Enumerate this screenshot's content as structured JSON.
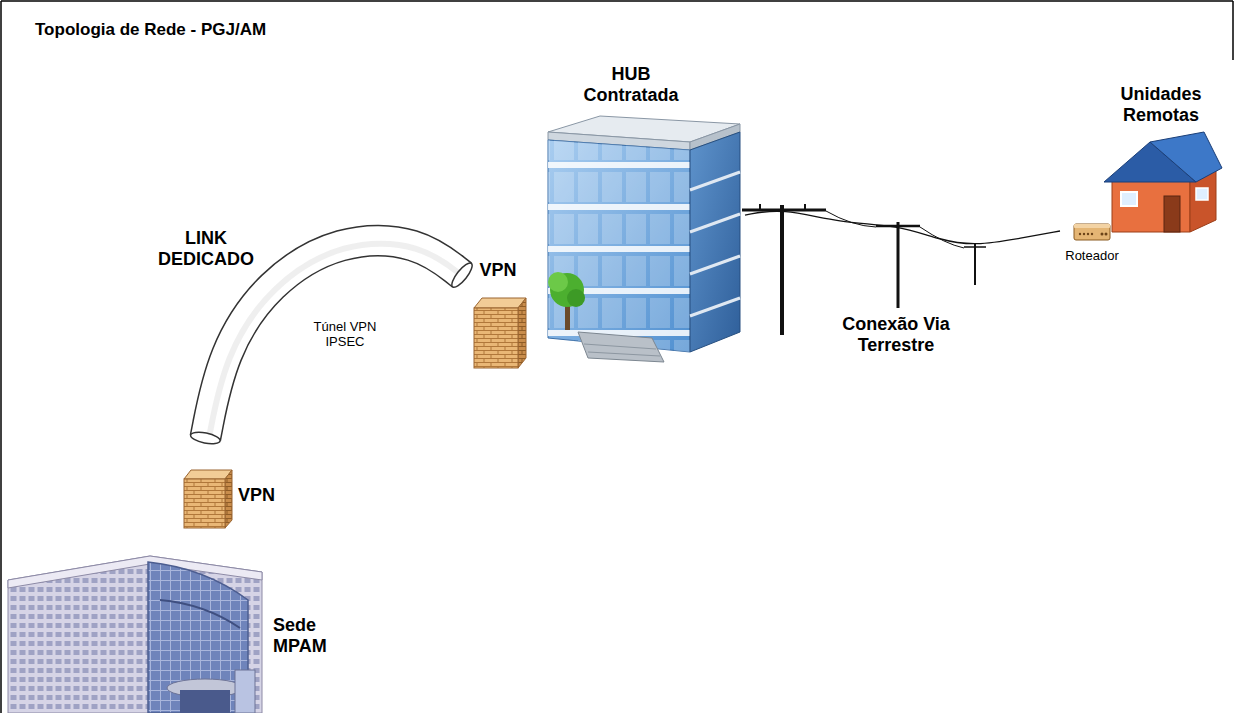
{
  "diagram": {
    "title": "Topologia de Rede - PGJ/AM",
    "nodes": [
      {
        "text": [
          "HUB Contratada"
        ]
      },
      {
        "text": [
          "Unidades Remotas"
        ]
      },
      {
        "text": [
          "VPN"
        ]
      },
      {
        "text": [
          "Roteador"
        ]
      },
      {
        "text": [
          "VPN"
        ]
      },
      {
        "text": [
          "Sede MPAM"
        ]
      }
    ],
    "edges": [
      {
        "from": 4,
        "to": 2,
        "arrow": "none",
        "label": "Túnel VPN IPSEC"
      },
      {
        "from": 0,
        "to": 3,
        "arrow": "none"
      }
    ],
    "labels": [
      "LINK DEDICADO",
      "Conexão Via Terrestre"
    ]
  }
}
